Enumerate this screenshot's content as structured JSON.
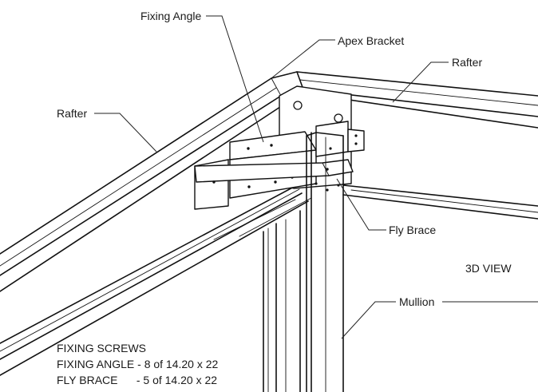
{
  "labels": {
    "fixing_angle": "Fixing Angle",
    "apex_bracket": "Apex Bracket",
    "rafter_right": "Rafter",
    "rafter_left": "Rafter",
    "fly_brace": "Fly Brace",
    "view": "3D VIEW",
    "mullion": "Mullion"
  },
  "notes": {
    "heading": "FIXING SCREWS",
    "fixing_angle": "FIXING ANGLE - 8 of 14.20 x 22",
    "fly_brace": "FLY BRACE      - 5 of 14.20 x 22"
  }
}
